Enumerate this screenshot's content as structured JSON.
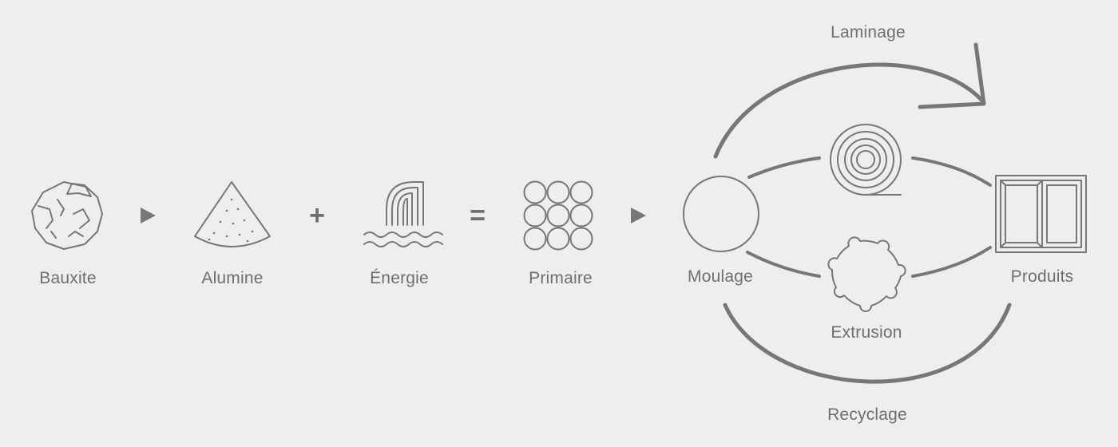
{
  "steps": {
    "bauxite": "Bauxite",
    "alumine": "Alumine",
    "energie": "Énergie",
    "primaire": "Primaire",
    "moulage": "Moulage",
    "produits": "Produits",
    "laminage": "Laminage",
    "extrusion": "Extrusion",
    "recyclage": "Recyclage"
  },
  "operators": {
    "plus": "+",
    "equals": "="
  },
  "icons": {
    "bauxite": "rock-icon",
    "alumine": "powder-pile-icon",
    "energie": "dam-water-icon",
    "primaire": "ingot-stack-icon",
    "moulage": "circle-icon",
    "laminage": "coil-icon",
    "extrusion": "extrusion-profile-icon",
    "produits": "window-frame-icon"
  },
  "colors": {
    "background": "#eeeeee",
    "stroke": "#777777",
    "text": "#6f6f6f"
  }
}
